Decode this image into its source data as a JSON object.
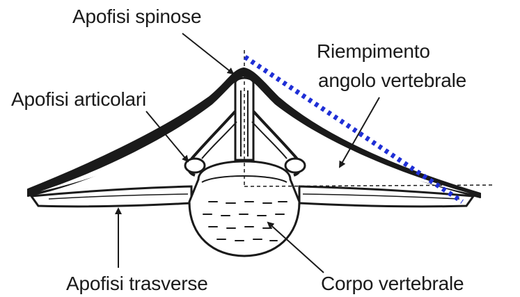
{
  "labels": {
    "apofisi_spinose": "Apofisi spinose",
    "apofisi_articolari": "Apofisi articolari",
    "riempimento_line1": "Riempimento",
    "riempimento_line2": "angolo vertebrale",
    "apofisi_trasverse": "Apofisi trasverse",
    "corpo_vertebrale": "Corpo vertebrale"
  },
  "colors": {
    "ink": "#1a1a1a",
    "dotted_outline": "#1f2fd6",
    "background": "#ffffff"
  }
}
